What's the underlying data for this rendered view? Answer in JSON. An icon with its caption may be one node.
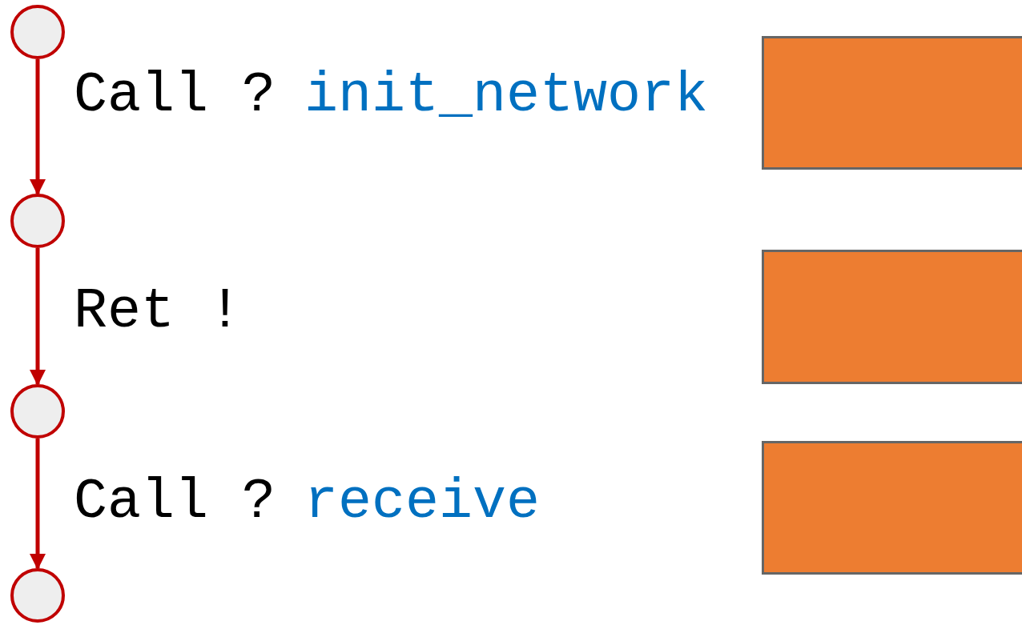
{
  "diagram": {
    "nodes": [
      {
        "text": [],
        "shape": "circle"
      },
      {
        "text": [],
        "shape": "circle"
      },
      {
        "text": [],
        "shape": "circle"
      },
      {
        "text": [],
        "shape": "circle"
      },
      {
        "text": [],
        "shape": "box"
      },
      {
        "text": [],
        "shape": "box"
      },
      {
        "text": [],
        "shape": "box"
      }
    ],
    "edges": [
      {
        "from": 0,
        "to": 1,
        "arrow": "to"
      },
      {
        "from": 1,
        "to": 2,
        "arrow": "to"
      },
      {
        "from": 2,
        "to": 3,
        "arrow": "to"
      }
    ],
    "labels": [
      "Call ?",
      "init_network",
      "Ret !",
      "Call ?",
      "receive"
    ]
  }
}
